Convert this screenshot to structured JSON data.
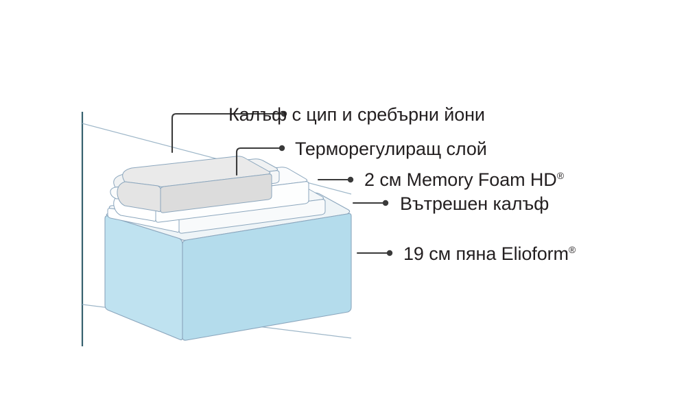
{
  "diagram": {
    "title": "Mattress layer cutaway diagram",
    "type": "mattress-layer-cutaway",
    "colors": {
      "background": "#ffffff",
      "foam_core_front": "#b9e0ef",
      "foam_core_side": "#a4d7ea",
      "foam_core_top": "#eef4f7",
      "inner_cover_white": "#ffffff",
      "inner_cover_top": "#f3f6f8",
      "memory_foam_white": "#fdfdfd",
      "thermo_layer_front": "#dedede",
      "thermo_layer_top": "#ebebeb",
      "outline": "#8ba6bd",
      "leader_line": "#3a3a3a",
      "dimension_line": "#35606e",
      "label_text": "#231f20"
    },
    "dimension_line": {
      "name": "height-dimension-line",
      "orientation": "vertical",
      "position": "left"
    }
  },
  "labels": [
    {
      "id": "cover",
      "text": "Калъф с цип и сребърни йони",
      "leader": "elbow",
      "target": "zip-cover-layer"
    },
    {
      "id": "thermo",
      "text": "Терморегулиращ слой",
      "leader": "elbow",
      "target": "thermoregulating-layer"
    },
    {
      "id": "memory",
      "text": "2 см Memory Foam HD",
      "mark": "®",
      "leader": "straight",
      "target": "memory-foam-layer"
    },
    {
      "id": "inner",
      "text": "Вътрешен калъф",
      "leader": "straight",
      "target": "inner-cover-layer"
    },
    {
      "id": "elioform",
      "text": "19 см пяна Elioform",
      "mark": "®",
      "leader": "straight",
      "target": "elioform-core-layer"
    }
  ]
}
